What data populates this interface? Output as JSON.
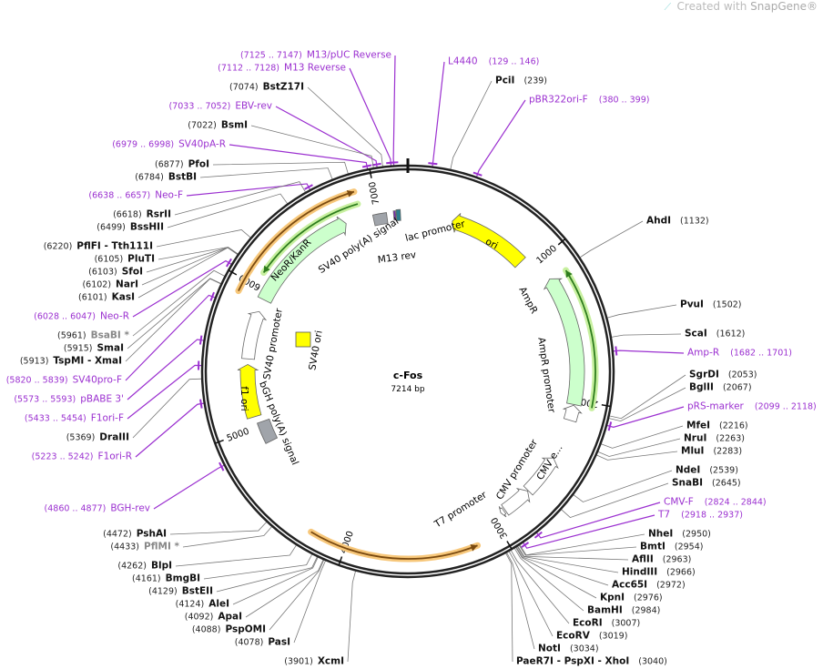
{
  "credit": {
    "prefix": "Created with",
    "brand": "SnapGene®",
    "icon": "snapgene-logo-icon"
  },
  "plasmid": {
    "name": "c-Fos",
    "length_label": "7214 bp",
    "length": 7214
  },
  "ticks": [
    {
      "bp": 1000,
      "label": "1000"
    },
    {
      "bp": 2000,
      "label": "2000"
    },
    {
      "bp": 3000,
      "label": "3000"
    },
    {
      "bp": 4000,
      "label": "4000"
    },
    {
      "bp": 5000,
      "label": "5000"
    },
    {
      "bp": 6000,
      "label": "6000"
    },
    {
      "bp": 7000,
      "label": "7000"
    }
  ],
  "features": [
    {
      "name": "ori",
      "start": 330,
      "end": 920,
      "dir": "ccw",
      "color": "#ffff00"
    },
    {
      "name": "AmpR",
      "start": 1140,
      "end": 2030,
      "dir": "ccw",
      "color": "#ccffcc"
    },
    {
      "name": "AmpR promoter",
      "start": 2035,
      "end": 2140,
      "dir": "ccw",
      "color": "#ffffff"
    },
    {
      "name": "CMV e...",
      "start": 2420,
      "end": 2700,
      "dir": "ccw",
      "color": "#ffffff"
    },
    {
      "name": "CMV promoter",
      "start": 2705,
      "end": 2905,
      "dir": "ccw",
      "color": "#ffffff"
    },
    {
      "name": "T7 promoter",
      "start": 2915,
      "end": 2940,
      "dir": "cw",
      "color": "#ffffff"
    },
    {
      "name": "bGH poly(A) signal",
      "start": 4870,
      "end": 5030,
      "dir": "none",
      "color": "#a0a4aa"
    },
    {
      "name": "f1 ori",
      "start": 5080,
      "end": 5460,
      "dir": "cw",
      "color": "#ffff00"
    },
    {
      "name": "SV40 promoter",
      "start": 5500,
      "end": 5850,
      "dir": "cw",
      "color": "#ffffff"
    },
    {
      "name": "NeoR/KanR",
      "start": 5940,
      "end": 6760,
      "dir": "cw",
      "color": "#ccffcc"
    },
    {
      "name": "SV40 poly(A) signal",
      "start": 6960,
      "end": 7060,
      "dir": "none",
      "color": "#a0a4aa"
    },
    {
      "name": "lac promoter",
      "start": 7130,
      "end": 7160,
      "dir": "none",
      "color": "#2a7f8f"
    },
    {
      "name": "M13 rev",
      "start": 7110,
      "end": 7125,
      "dir": "none",
      "color": "#7a2fb0"
    },
    {
      "name": "SV40 ori",
      "start": 5700,
      "end": 5760,
      "dir": "none",
      "color": "#ffff00"
    }
  ],
  "orfs": [
    {
      "start": 1150,
      "end": 2030,
      "dir": "ccw",
      "color": "#2e7d1e",
      "glow": "#c8f0a0"
    },
    {
      "start": 3170,
      "end": 4230,
      "dir": "ccw",
      "color": "#7a4a10",
      "glow": "#f7c77a"
    },
    {
      "start": 5920,
      "end": 6880,
      "dir": "cw",
      "color": "#7a4a10",
      "glow": "#f7c77a"
    },
    {
      "start": 6100,
      "end": 6880,
      "dir": "ccw",
      "color": "#2e7d1e",
      "glow": "#c8f0a0"
    }
  ],
  "left_labels": [
    {
      "name": "M13/pUC Reverse",
      "loc": "(7125 .. 7147)",
      "bp": 7136,
      "kind": "primer"
    },
    {
      "name": "M13 Reverse",
      "loc": "(7112 .. 7128)",
      "bp": 7120,
      "kind": "primer"
    },
    {
      "name": "BstZ17I",
      "loc": "(7074)",
      "bp": 7074,
      "kind": "enzyme"
    },
    {
      "name": "EBV-rev",
      "loc": "(7033 .. 7052)",
      "bp": 7042,
      "kind": "primer"
    },
    {
      "name": "BsmI",
      "loc": "(7022)",
      "bp": 7022,
      "kind": "enzyme"
    },
    {
      "name": "SV40pA-R",
      "loc": "(6979 .. 6998)",
      "bp": 6988,
      "kind": "primer"
    },
    {
      "name": "PfoI",
      "loc": "(6877)",
      "bp": 6877,
      "kind": "enzyme"
    },
    {
      "name": "BstBI",
      "loc": "(6784)",
      "bp": 6784,
      "kind": "enzyme"
    },
    {
      "name": "Neo-F",
      "loc": "(6638 .. 6657)",
      "bp": 6647,
      "kind": "primer"
    },
    {
      "name": "RsrII",
      "loc": "(6618)",
      "bp": 6618,
      "kind": "enzyme"
    },
    {
      "name": "BssHII",
      "loc": "(6499)",
      "bp": 6499,
      "kind": "enzyme"
    },
    {
      "name": "PflFI  - Tth111I",
      "loc": "(6220)",
      "bp": 6220,
      "kind": "enzyme"
    },
    {
      "name": "PluTI",
      "loc": "(6105)",
      "bp": 6105,
      "kind": "enzyme"
    },
    {
      "name": "SfoI",
      "loc": "(6103)",
      "bp": 6103,
      "kind": "enzyme"
    },
    {
      "name": "NarI",
      "loc": "(6102)",
      "bp": 6102,
      "kind": "enzyme"
    },
    {
      "name": "KasI",
      "loc": "(6101)",
      "bp": 6101,
      "kind": "enzyme"
    },
    {
      "name": "Neo-R",
      "loc": "(6028 .. 6047)",
      "bp": 6037,
      "kind": "primer"
    },
    {
      "name": "BsaBI *",
      "loc": "(5961)",
      "bp": 5961,
      "kind": "gray"
    },
    {
      "name": "SmaI",
      "loc": "(5915)",
      "bp": 5915,
      "kind": "enzyme"
    },
    {
      "name": "TspMI  - XmaI",
      "loc": "(5913)",
      "bp": 5913,
      "kind": "enzyme"
    },
    {
      "name": "SV40pro-F",
      "loc": "(5820 .. 5839)",
      "bp": 5830,
      "kind": "primer"
    },
    {
      "name": "pBABE 3'",
      "loc": "(5573 .. 5593)",
      "bp": 5583,
      "kind": "primer"
    },
    {
      "name": "F1ori-F",
      "loc": "(5433 .. 5454)",
      "bp": 5443,
      "kind": "primer"
    },
    {
      "name": "DraIII",
      "loc": "(5369)",
      "bp": 5369,
      "kind": "enzyme"
    },
    {
      "name": "F1ori-R",
      "loc": "(5223 .. 5242)",
      "bp": 5232,
      "kind": "primer"
    },
    {
      "name": "BGH-rev",
      "loc": "(4860 .. 4877)",
      "bp": 4868,
      "kind": "primer"
    },
    {
      "name": "PshAI",
      "loc": "(4472)",
      "bp": 4472,
      "kind": "enzyme"
    },
    {
      "name": "PflMI *",
      "loc": "(4433)",
      "bp": 4433,
      "kind": "gray"
    },
    {
      "name": "BlpI",
      "loc": "(4262)",
      "bp": 4262,
      "kind": "enzyme"
    },
    {
      "name": "BmgBI",
      "loc": "(4161)",
      "bp": 4161,
      "kind": "enzyme"
    },
    {
      "name": "BstEII",
      "loc": "(4129)",
      "bp": 4129,
      "kind": "enzyme"
    },
    {
      "name": "AleI",
      "loc": "(4124)",
      "bp": 4124,
      "kind": "enzyme"
    },
    {
      "name": "ApaI",
      "loc": "(4092)",
      "bp": 4092,
      "kind": "enzyme"
    },
    {
      "name": "PspOMI",
      "loc": "(4088)",
      "bp": 4088,
      "kind": "enzyme"
    },
    {
      "name": "PasI",
      "loc": "(4078)",
      "bp": 4078,
      "kind": "enzyme"
    },
    {
      "name": "XcmI",
      "loc": "(3901)",
      "bp": 3901,
      "kind": "enzyme"
    }
  ],
  "right_labels": [
    {
      "name": "L4440",
      "loc": "(129 .. 146)",
      "bp": 137,
      "kind": "primer"
    },
    {
      "name": "PciI",
      "loc": "(239)",
      "bp": 239,
      "kind": "enzyme"
    },
    {
      "name": "pBR322ori-F",
      "loc": "(380 .. 399)",
      "bp": 390,
      "kind": "primer"
    },
    {
      "name": "AhdI",
      "loc": "(1132)",
      "bp": 1132,
      "kind": "enzyme"
    },
    {
      "name": "PvuI",
      "loc": "(1502)",
      "bp": 1502,
      "kind": "enzyme"
    },
    {
      "name": "ScaI",
      "loc": "(1612)",
      "bp": 1612,
      "kind": "enzyme"
    },
    {
      "name": "Amp-R",
      "loc": "(1682 .. 1701)",
      "bp": 1691,
      "kind": "primer"
    },
    {
      "name": "SgrDI",
      "loc": "(2053)",
      "bp": 2053,
      "kind": "enzyme"
    },
    {
      "name": "BglII",
      "loc": "(2067)",
      "bp": 2067,
      "kind": "enzyme"
    },
    {
      "name": "pRS-marker",
      "loc": "(2099 .. 2118)",
      "bp": 2108,
      "kind": "primer"
    },
    {
      "name": "MfeI",
      "loc": "(2216)",
      "bp": 2216,
      "kind": "enzyme"
    },
    {
      "name": "NruI",
      "loc": "(2263)",
      "bp": 2263,
      "kind": "enzyme"
    },
    {
      "name": "MluI",
      "loc": "(2283)",
      "bp": 2283,
      "kind": "enzyme"
    },
    {
      "name": "NdeI",
      "loc": "(2539)",
      "bp": 2539,
      "kind": "enzyme"
    },
    {
      "name": "SnaBI",
      "loc": "(2645)",
      "bp": 2645,
      "kind": "enzyme"
    },
    {
      "name": "CMV-F",
      "loc": "(2824 .. 2844)",
      "bp": 2834,
      "kind": "primer"
    },
    {
      "name": "T7",
      "loc": "(2918 .. 2937)",
      "bp": 2927,
      "kind": "primer"
    },
    {
      "name": "NheI",
      "loc": "(2950)",
      "bp": 2950,
      "kind": "enzyme"
    },
    {
      "name": "BmtI",
      "loc": "(2954)",
      "bp": 2954,
      "kind": "enzyme"
    },
    {
      "name": "AflII",
      "loc": "(2963)",
      "bp": 2963,
      "kind": "enzyme"
    },
    {
      "name": "HindIII",
      "loc": "(2966)",
      "bp": 2966,
      "kind": "enzyme"
    },
    {
      "name": "Acc65I",
      "loc": "(2972)",
      "bp": 2972,
      "kind": "enzyme"
    },
    {
      "name": "KpnI",
      "loc": "(2976)",
      "bp": 2976,
      "kind": "enzyme"
    },
    {
      "name": "BamHI",
      "loc": "(2984)",
      "bp": 2984,
      "kind": "enzyme"
    },
    {
      "name": "EcoRI",
      "loc": "(3007)",
      "bp": 3007,
      "kind": "enzyme"
    },
    {
      "name": "EcoRV",
      "loc": "(3019)",
      "bp": 3019,
      "kind": "enzyme"
    },
    {
      "name": "NotI",
      "loc": "(3034)",
      "bp": 3034,
      "kind": "enzyme"
    },
    {
      "name": "PaeR7I  - PspXI  - XhoI",
      "loc": "(3040)",
      "bp": 3040,
      "kind": "enzyme"
    }
  ]
}
